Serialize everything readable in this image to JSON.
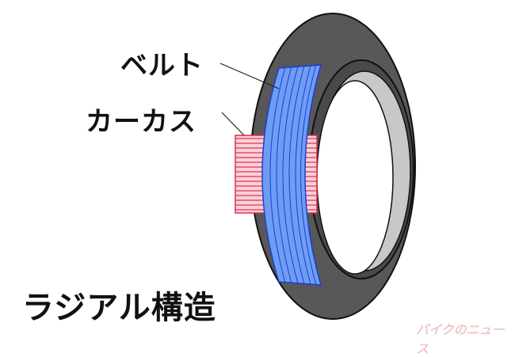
{
  "labels": {
    "belt": "ベルト",
    "carcass": "カーカス",
    "title": "ラジアル構造"
  },
  "watermark": "バイクのニュース",
  "colors": {
    "tire": "#585858",
    "inner": "#c8c8c8",
    "belt": "#6f9df4",
    "carcass": "#f4a6b6",
    "carcass_stripe": "#d8304c"
  }
}
